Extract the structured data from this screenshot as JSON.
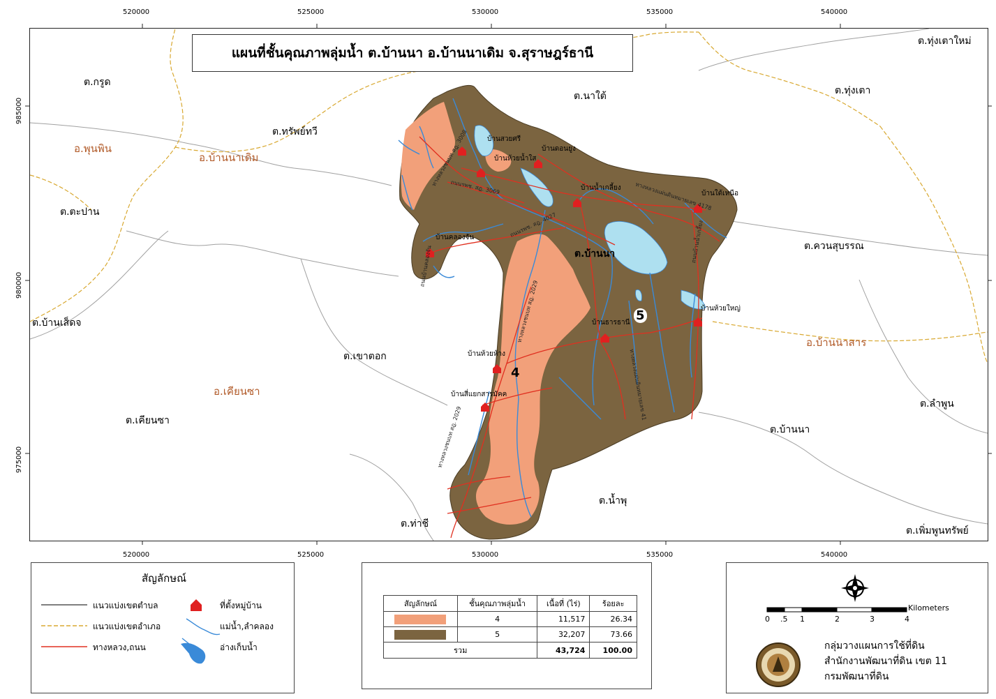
{
  "title": "แผนที่ชั้นคุณภาพลุ่มน้ำ ต.บ้านนา อ.บ้านนาเดิม จ.สุราษฎร์ธานี",
  "grid": {
    "x_labels": [
      "520000",
      "525000",
      "530000",
      "535000",
      "540000"
    ],
    "y_labels": [
      "985000",
      "980000",
      "975000"
    ]
  },
  "subdistricts": {
    "krut": "ต.กรูด",
    "sap_thawi": "ต.ทรัพย์ทวี",
    "na_tai": "ต.นาใต้",
    "thung_tao": "ต.ทุ่งเตา",
    "thung_tao_mai": "ต.ทุ่งเตาใหม่",
    "ta_pan": "ต.ตะปาน",
    "khuan_suwan": "ต.ควนสุบรรณ",
    "ban_na": "ต.บ้านนา",
    "ban_set": "ต.บ้านเส็ดจ",
    "khao_tok": "ต.เขาตอก",
    "khian_sa": "ต.เคียนซา",
    "lamphun": "ต.ลำพูน",
    "ban_na_east": "ต.บ้านนา",
    "nam_phu": "ต.น้ำพุ",
    "tha_chi": "ต.ท่าชี",
    "phoem_phun_sap": "ต.เพิ่มพูนทรัพย์"
  },
  "districts": {
    "phunphin": "อ.พุนพิน",
    "ban_na_doem": "อ.บ้านนาเดิม",
    "khian_sa": "อ.เคียนซา",
    "ban_na_san": "อ.บ้านนาสาร"
  },
  "villages": {
    "suan_si": "บ้านสวยศรี",
    "huai_nam_sai": "บ้านห้วยน้ำใส",
    "don_yung": "บ้านดอนยูง",
    "nam_kliang": "บ้านน้ำเกลี้ยง",
    "dai_nuea": "บ้านใต้เหนือ",
    "khlong_chan": "บ้านคลองจัน",
    "huai_yai": "บ้านห้วยใหญ่",
    "than_thani": "บ้านธารธานี",
    "huai_hang": "บ้านห้วยห้าง",
    "si_yaek": "บ้านสี่แยกสารมัคค"
  },
  "roads": {
    "r1": "ทางหลวงชนบท สฎ. 3008",
    "r2": "ถนนรพช. สฎ. 3069",
    "r3": "ถนนรพช. สฎ. 4027",
    "r4": "ทางหลวงแผ่นดินหมายเลข 4178",
    "r5": "ถนนบ้านน้ำเกลี้ยง",
    "r6": "ถนนบ้านคลองจัน",
    "r7": "ทางหลวงชนบท สฎ. 2029",
    "r8": "ทางหลวงชนบท สฎ. 2029",
    "r9": "ทางหลวงแผ่นดินหมายเลข 41"
  },
  "zone_labels": [
    "4",
    "5"
  ],
  "legend": {
    "title": "สัญลักษณ์",
    "items": [
      {
        "label": "แนวแบ่งเขตตำบล",
        "kind": "line",
        "color": "#333333"
      },
      {
        "label": "แนวแบ่งเขตอำเภอ",
        "kind": "dashed",
        "color": "#d8a830"
      },
      {
        "label": "ทางหลวง,ถนน",
        "kind": "line",
        "color": "#e03020"
      },
      {
        "label": "ที่ตั้งหมู่บ้าน",
        "kind": "house",
        "color": "#e02020"
      },
      {
        "label": "แม่น้ำ,ลำคลอง",
        "kind": "river",
        "color": "#3a8ad8"
      },
      {
        "label": "อ่างเก็บน้ำ",
        "kind": "reservoir",
        "color": "#3a8ad8"
      }
    ]
  },
  "area_table": {
    "headers": [
      "สัญลักษณ์",
      "ชั้นคุณภาพลุ่มน้ำ",
      "เนื้อที่ (ไร่)",
      "ร้อยละ"
    ],
    "rows": [
      {
        "color": "#f2a07a",
        "class": "4",
        "area": "11,517",
        "percent": "26.34"
      },
      {
        "color": "#7b6440",
        "class": "5",
        "area": "32,207",
        "percent": "73.66"
      }
    ],
    "total": {
      "label": "รวม",
      "area": "43,724",
      "percent": "100.00"
    }
  },
  "scale": {
    "unit": "Kilometers",
    "ticks": [
      "0",
      ".5",
      "1",
      "2",
      "3",
      "4"
    ]
  },
  "organization": {
    "line1": "กลุ่มวางแผนการใช้ที่ดิน",
    "line2": "สำนักงานพัฒนาที่ดิน เขต 11",
    "line3": "กรมพัฒนาที่ดิน"
  },
  "colors": {
    "zone4": "#f2a07a",
    "zone5": "#7b6440",
    "road": "#e03020",
    "river": "#3a8ad8",
    "reservoir": "#aee0f0",
    "district_boundary": "#d8a830",
    "subdistrict_boundary": "#999999",
    "village": "#e02020"
  }
}
